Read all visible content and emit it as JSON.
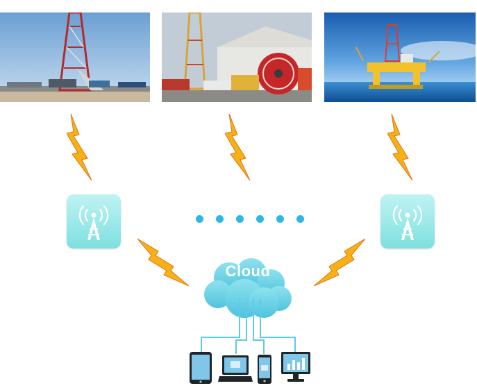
{
  "cloud": {
    "label": "Cloud"
  },
  "sites": [
    {
      "name": "land-drilling-rig"
    },
    {
      "name": "workover-rig-yard"
    },
    {
      "name": "offshore-platform"
    }
  ],
  "towers": [
    {
      "name": "left-signal-tower"
    },
    {
      "name": "right-signal-tower"
    }
  ],
  "dots_count": 6,
  "devices": [
    {
      "icon": "tablet-icon"
    },
    {
      "icon": "laptop-icon"
    },
    {
      "icon": "phone-icon"
    },
    {
      "icon": "desktop-icon"
    }
  ],
  "colors": {
    "bolt": "#f6b215",
    "bolt_edge": "#e0701a",
    "tile": "#8fe3e3",
    "cloud": "#6fd4e6",
    "dots": "#2bb7e8",
    "lines": "#5ec9ea"
  }
}
